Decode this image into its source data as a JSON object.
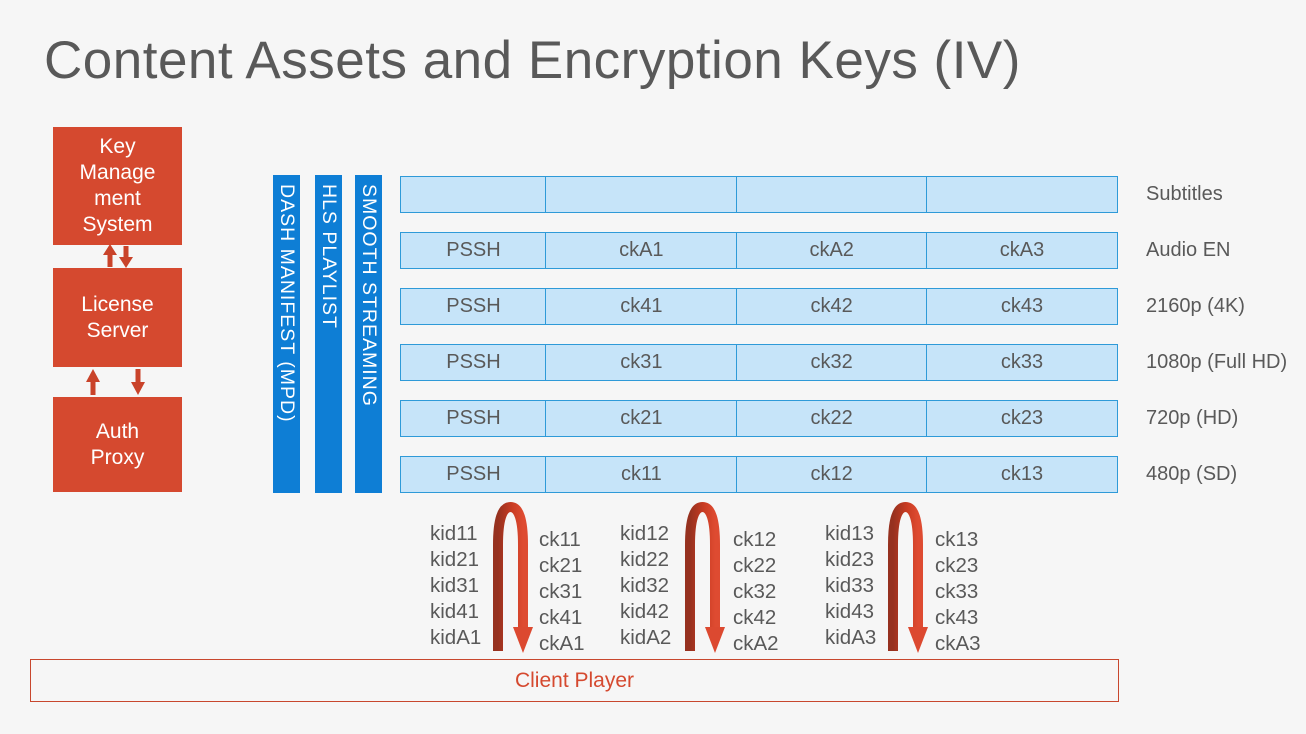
{
  "slide": {
    "title": "Content Assets and Encryption Keys (IV)"
  },
  "key_flow": {
    "boxes": [
      {
        "id": "key-management-system",
        "label": "Key\nManage\nment\nSystem"
      },
      {
        "id": "license-server",
        "label": "License\nServer"
      },
      {
        "id": "auth-proxy",
        "label": "Auth\nProxy"
      }
    ],
    "arrows": [
      {
        "between": [
          "key-management-system",
          "license-server"
        ],
        "directions": [
          "up",
          "down"
        ]
      },
      {
        "between": [
          "license-server",
          "auth-proxy"
        ],
        "directions": [
          "up",
          "down"
        ]
      }
    ]
  },
  "manifest_bars": [
    {
      "label": "DASH MANIFEST (MPD)"
    },
    {
      "label": "HLS PLAYLIST"
    },
    {
      "label": "SMOOTH STREAMING"
    }
  ],
  "asset_table": {
    "rows": [
      {
        "label": "Subtitles",
        "cells": [
          "",
          "",
          "",
          ""
        ]
      },
      {
        "label": "Audio EN",
        "cells": [
          "PSSH",
          "ckA1",
          "ckA2",
          "ckA3"
        ]
      },
      {
        "label": "2160p (4K)",
        "cells": [
          "PSSH",
          "ck41",
          "ck42",
          "ck43"
        ]
      },
      {
        "label": "1080p (Full HD)",
        "cells": [
          "PSSH",
          "ck31",
          "ck32",
          "ck33"
        ]
      },
      {
        "label": "720p (HD)",
        "cells": [
          "PSSH",
          "ck21",
          "ck22",
          "ck23"
        ]
      },
      {
        "label": "480p (SD)",
        "cells": [
          "PSSH",
          "ck11",
          "ck12",
          "ck13"
        ]
      }
    ]
  },
  "key_mappings": [
    {
      "kids": [
        "kid11",
        "kid21",
        "kid31",
        "kid41",
        "kidA1"
      ],
      "cks": [
        "ck11",
        "ck21",
        "ck31",
        "ck41",
        "ckA1"
      ]
    },
    {
      "kids": [
        "kid12",
        "kid22",
        "kid32",
        "kid42",
        "kidA2"
      ],
      "cks": [
        "ck12",
        "ck22",
        "ck32",
        "ck42",
        "ckA2"
      ]
    },
    {
      "kids": [
        "kid13",
        "kid23",
        "kid33",
        "kid43",
        "kidA3"
      ],
      "cks": [
        "ck13",
        "ck23",
        "ck33",
        "ck43",
        "ckA3"
      ]
    }
  ],
  "client_player": {
    "label": "Client Player"
  },
  "colors": {
    "background": "#F6F6F6",
    "accent_red": "#D5492F",
    "arrow_red": "#C9432A",
    "arc_dark_red": "#96311F",
    "arc_bright_red": "#DE4B31",
    "bar_blue": "#0E7ED5",
    "cell_fill": "#C6E4F9",
    "cell_border": "#2E9AD8",
    "text_gray": "#595959",
    "text_white": "#FFFFFF"
  }
}
